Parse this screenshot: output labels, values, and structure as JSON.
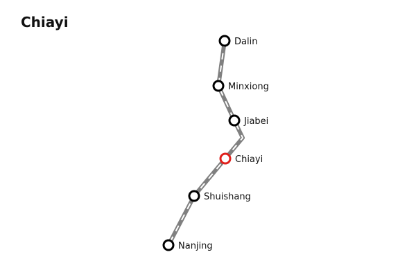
{
  "map": {
    "title": "Chiayi",
    "current_station": "Chiayi",
    "colors": {
      "track": "#808080",
      "track_dash": "#ffffff",
      "station_stroke": "#000000",
      "current_station_stroke": "#e0201c"
    },
    "stations": [
      {
        "name": "Dalin"
      },
      {
        "name": "Minxiong"
      },
      {
        "name": "Jiabei"
      },
      {
        "name": "Chiayi"
      },
      {
        "name": "Shuishang"
      },
      {
        "name": "Nanjing"
      }
    ]
  }
}
